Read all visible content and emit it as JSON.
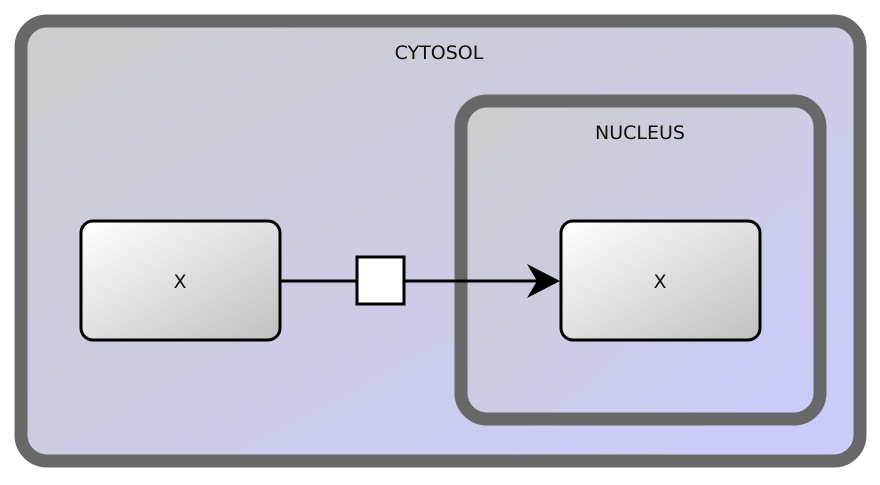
{
  "compartments": {
    "cytosol": {
      "label": "CYTOSOL"
    },
    "nucleus": {
      "label": "NUCLEUS"
    }
  },
  "nodes": {
    "source": {
      "label": "X"
    },
    "target": {
      "label": "X"
    }
  },
  "colors": {
    "compartment_border": "#686868",
    "compartment_fill_start": "#cdcdcd",
    "compartment_fill_end": "#cbcbfd",
    "node_fill_start": "#ffffff",
    "node_fill_end": "#c0c0c0",
    "node_border": "#000000",
    "edge": "#000000"
  }
}
